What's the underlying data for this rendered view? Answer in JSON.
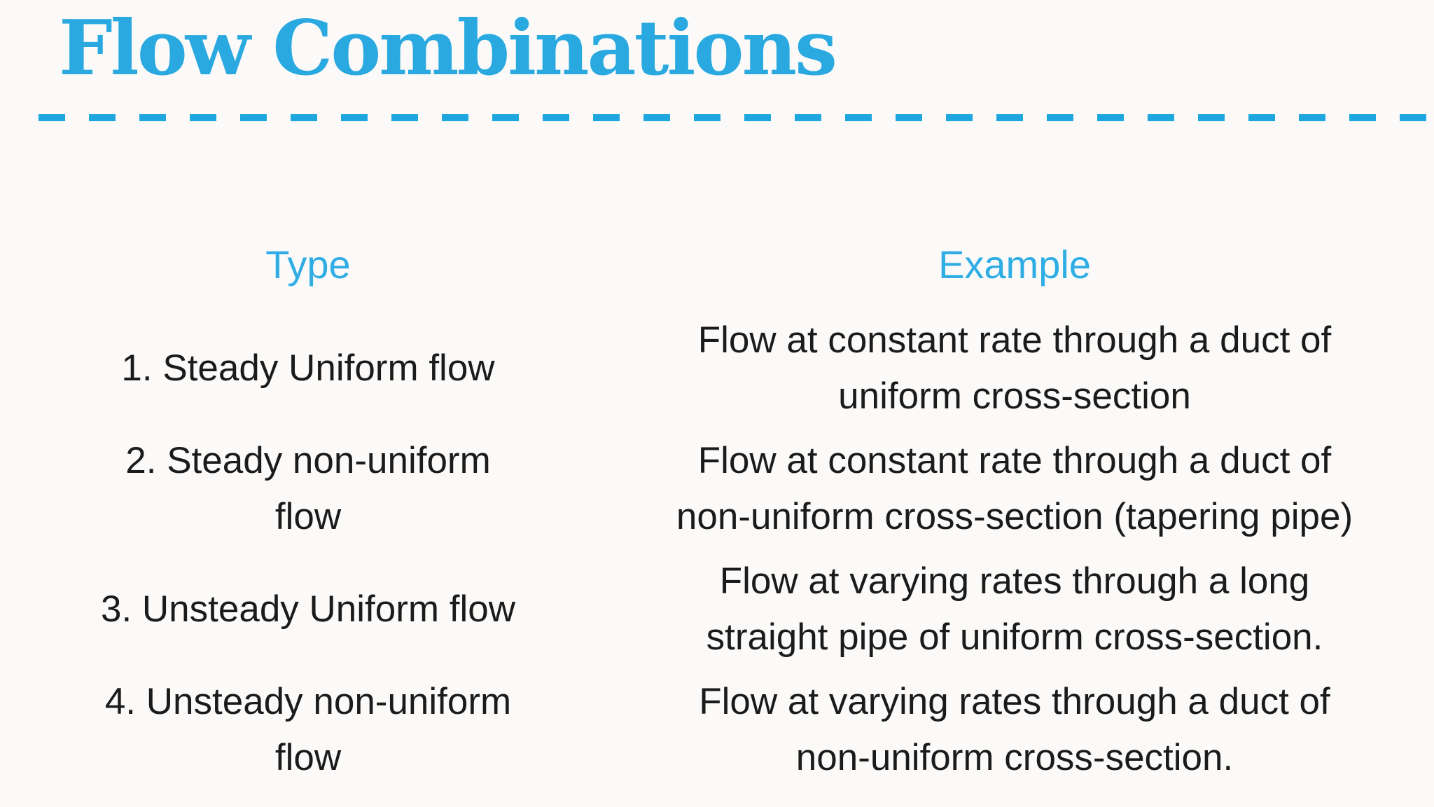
{
  "slide": {
    "title": "Flow Combinations",
    "colors": {
      "accent_blue": "#29a9e0",
      "dash_blue": "#1ea7de",
      "header_blue": "#2fade4",
      "text": "#1b1b1b",
      "background": "#fbfaf9"
    },
    "table": {
      "headers": {
        "type": "Type",
        "example": "Example"
      },
      "rows": [
        {
          "type_lines": [
            "1. Steady Uniform flow"
          ],
          "example_lines": [
            "Flow at constant rate through a duct of",
            "uniform cross-section"
          ]
        },
        {
          "type_lines": [
            "2. Steady non-uniform",
            "flow"
          ],
          "example_lines": [
            "Flow at constant rate through a duct of",
            "non-uniform cross-section (tapering pipe)"
          ]
        },
        {
          "type_lines": [
            "3. Unsteady Uniform flow"
          ],
          "example_lines": [
            "Flow at varying rates through a long",
            "straight pipe of uniform cross-section."
          ]
        },
        {
          "type_lines": [
            "4. Unsteady non-uniform",
            "flow"
          ],
          "example_lines": [
            "Flow at varying rates through a duct of",
            "non-uniform cross-section."
          ]
        }
      ]
    }
  }
}
